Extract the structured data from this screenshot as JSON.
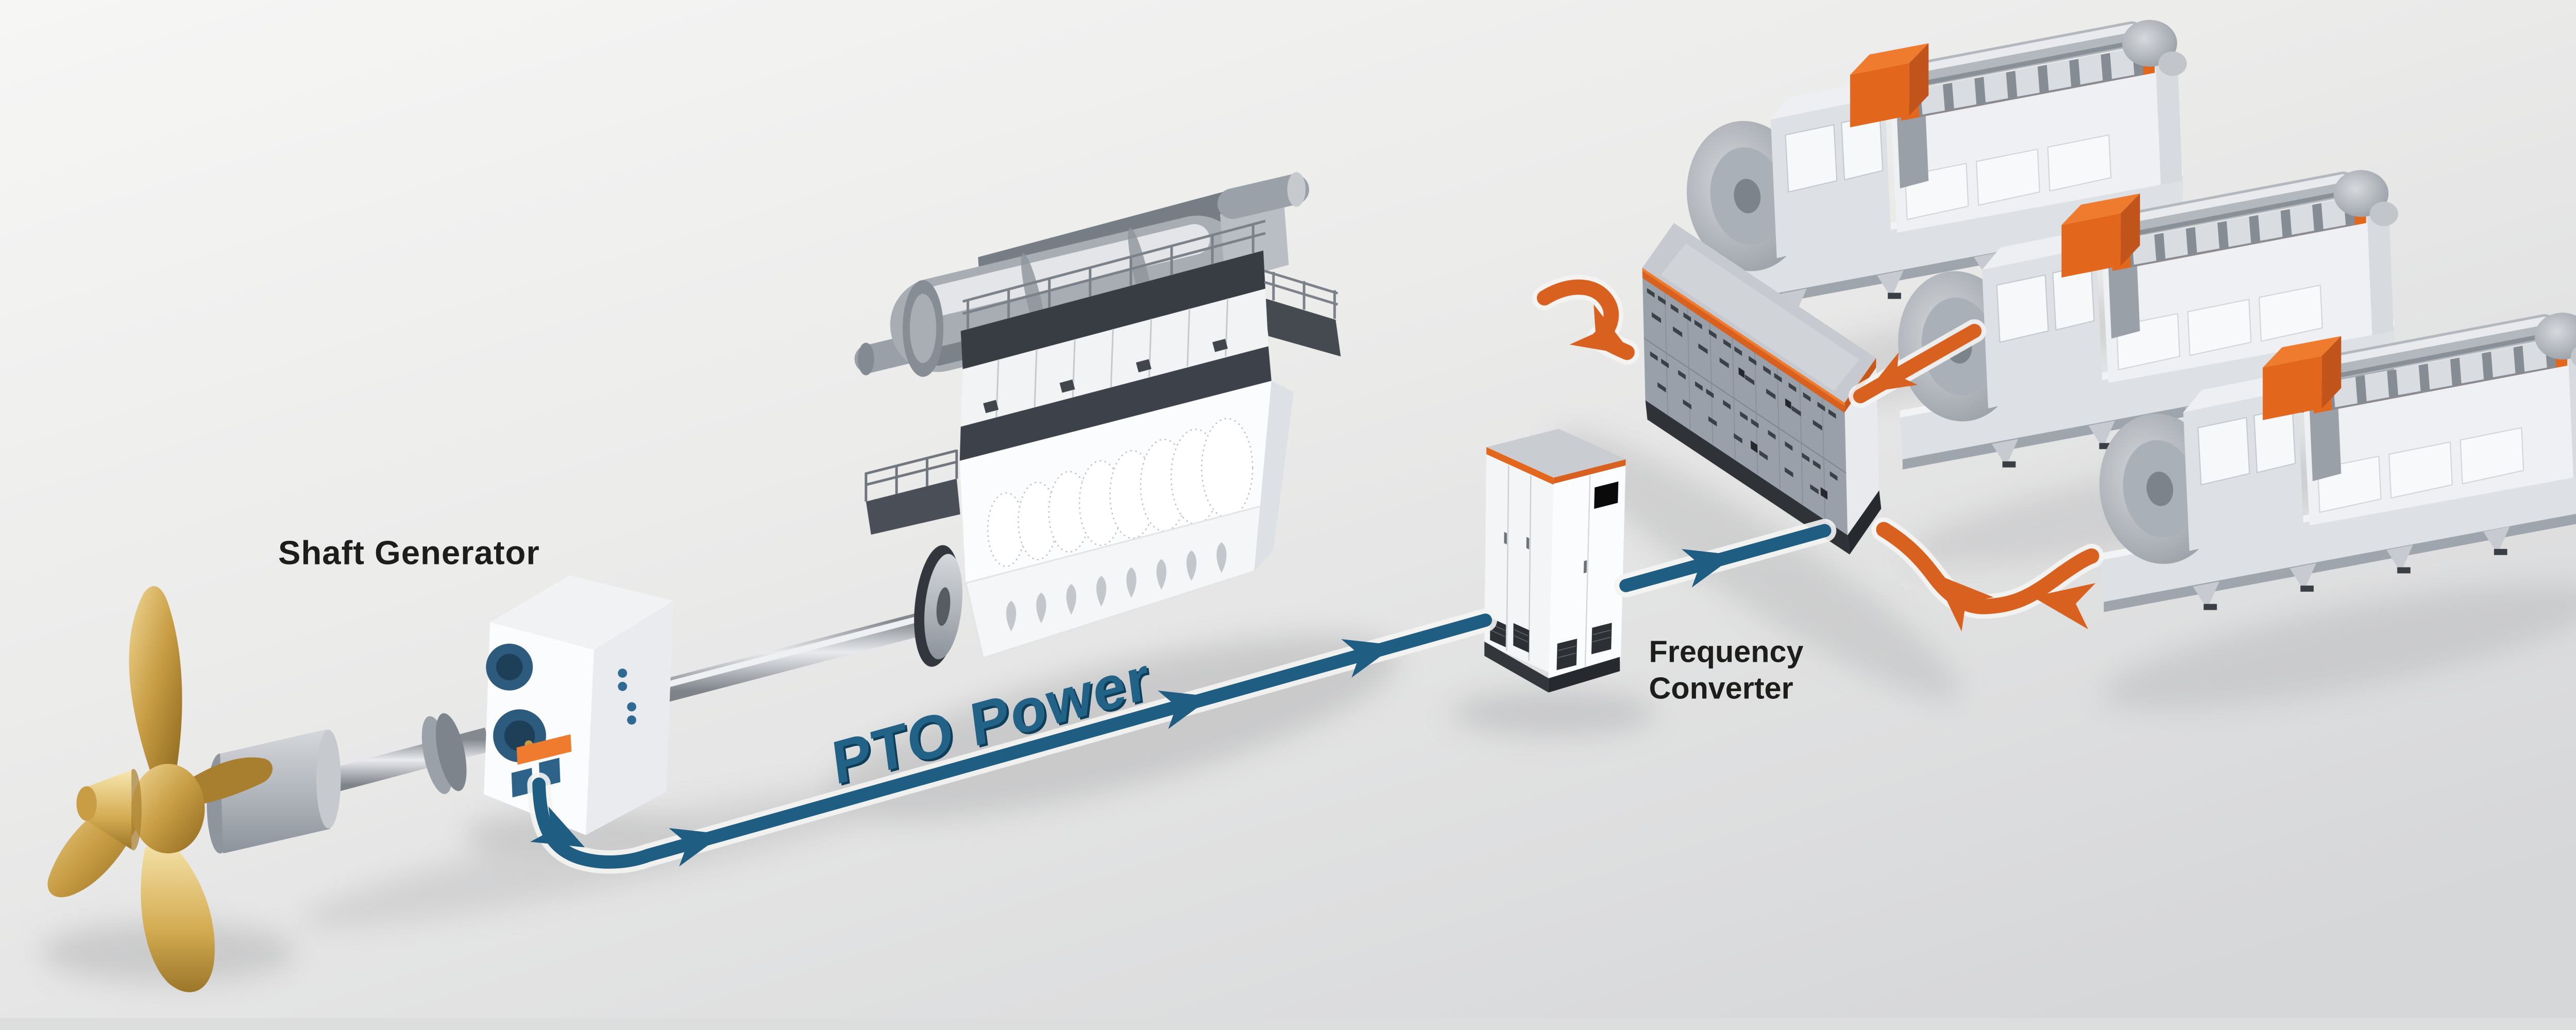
{
  "diagram": {
    "type": "marine-pto-power-system-illustration",
    "labels": {
      "shaft_generator": "Shaft Generator",
      "pto_power": "PTO Power",
      "frequency_converter_line1": "Frequency",
      "frequency_converter_line2": "Converter"
    },
    "components": [
      {
        "id": "propeller",
        "name": "Controllable pitch propeller",
        "color": "#c9a24b"
      },
      {
        "id": "propeller-shaft",
        "name": "Propeller shaft with coupling"
      },
      {
        "id": "shaft-generator",
        "name": "Shaft Generator"
      },
      {
        "id": "main-engine",
        "name": "Main engine"
      },
      {
        "id": "frequency-converter",
        "name": "Frequency Converter"
      },
      {
        "id": "main-switchboard",
        "name": "Main switchboard"
      },
      {
        "id": "genset-1",
        "name": "Generator set 1"
      },
      {
        "id": "genset-2",
        "name": "Generator set 2"
      },
      {
        "id": "genset-3",
        "name": "Generator set 3"
      }
    ],
    "flows": [
      {
        "id": "pto-power-flow",
        "label": "PTO Power",
        "color": "#1f5e82",
        "from": "shaft-generator",
        "via": "frequency-converter",
        "to": "main-switchboard"
      },
      {
        "id": "genset-flow-1",
        "color": "#d96120",
        "from": "genset-1",
        "to": "main-switchboard"
      },
      {
        "id": "genset-flow-2",
        "color": "#d96120",
        "from": "genset-2",
        "to": "main-switchboard"
      },
      {
        "id": "genset-flow-3",
        "color": "#d96120",
        "from": "genset-3",
        "to": "main-switchboard"
      }
    ],
    "colors": {
      "background_top": "#f6f6f5",
      "background_bottom": "#d6d7d9",
      "accent_orange": "#e2661c",
      "cable_blue": "#1f5e82",
      "label_black": "#1d1d1b",
      "brass_gold": "#c9a24b",
      "machine_gray": "#9aa0aa"
    }
  }
}
